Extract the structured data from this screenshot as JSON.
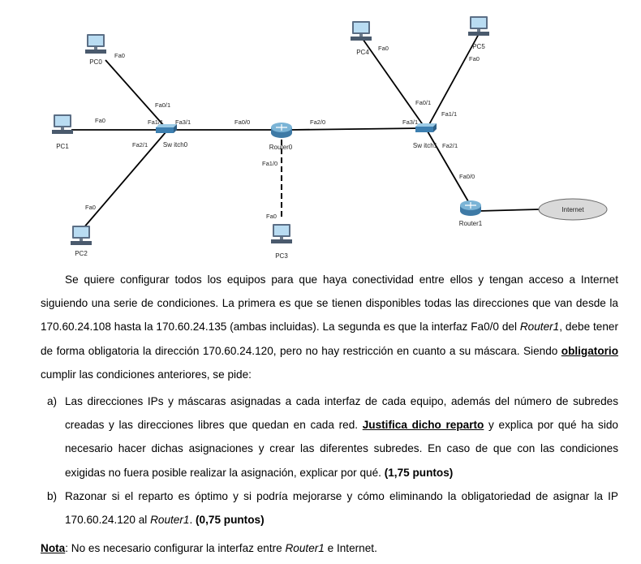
{
  "diagram": {
    "devices": {
      "pc0": "PC0",
      "pc1": "PC1",
      "pc2": "PC2",
      "pc3": "PC3",
      "pc4": "PC4",
      "pc5": "PC5",
      "switch0": "Sw itch0",
      "switch1": "Sw itch1",
      "router0": "Router0",
      "router1": "Router1",
      "internet": "Internet"
    },
    "ports": {
      "pc0_fa0": "Fa0",
      "pc1_fa0": "Fa0",
      "pc2_fa0": "Fa0",
      "pc3_fa0": "Fa0",
      "pc4_fa0": "Fa0",
      "pc5_fa0": "Fa0",
      "sw0_fa01": "Fa0/1",
      "sw0_fa11": "Fa1/1",
      "sw0_fa31": "Fa3/1",
      "sw0_fa21": "Fa2/1",
      "r0_fa00": "Fa0/0",
      "r0_fa20": "Fa2/0",
      "r0_fa10": "Fa1/0",
      "sw1_fa01": "Fa0/1",
      "sw1_fa11": "Fa1/1",
      "sw1_fa31": "Fa3/1",
      "sw1_fa21": "Fa2/1",
      "r1_fa00": "Fa0/0"
    }
  },
  "text": {
    "p1_a": "Se quiere configurar todos los equipos para que haya conectividad entre ellos y tengan acceso a Internet siguiendo una serie de condiciones. La primera es que se tienen disponibles todas las direcciones que van desde la 170.60.24.108 hasta la 170.60.24.135 (ambas incluidas). La segunda es que la interfaz Fa0/0 del ",
    "p1_router": "Router1",
    "p1_b": ", debe tener de forma obligatoria la dirección 170.60.24.120, pero no hay restricción en cuanto a su máscara. Siendo ",
    "p1_oblig": "obligatorio",
    "p1_c": " cumplir las condiciones anteriores, se pide:",
    "a_mark": "a)",
    "a_1": "Las direcciones IPs y máscaras asignadas a cada interfaz de cada equipo, además del número de subredes creadas y las direcciones libres que quedan en cada red. ",
    "a_just": "Justifica dicho reparto",
    "a_2": " y explica por qué ha sido necesario hacer dichas asignaciones y crear las diferentes subredes. En caso de que con las condiciones exigidas no fuera posible realizar la asignación, explicar por qué. ",
    "a_pts": "(1,75 puntos)",
    "b_mark": "b)",
    "b_1": "Razonar si el reparto es óptimo y si podría mejorarse y cómo eliminando la obligatoriedad de asignar la IP 170.60.24.120 al ",
    "b_router": "Router1",
    "b_2": ". ",
    "b_pts": "(0,75 puntos)",
    "note_label": "Nota",
    "note_1": ": No es necesario configurar la interfaz entre ",
    "note_router": "Router1",
    "note_2": " e Internet."
  }
}
